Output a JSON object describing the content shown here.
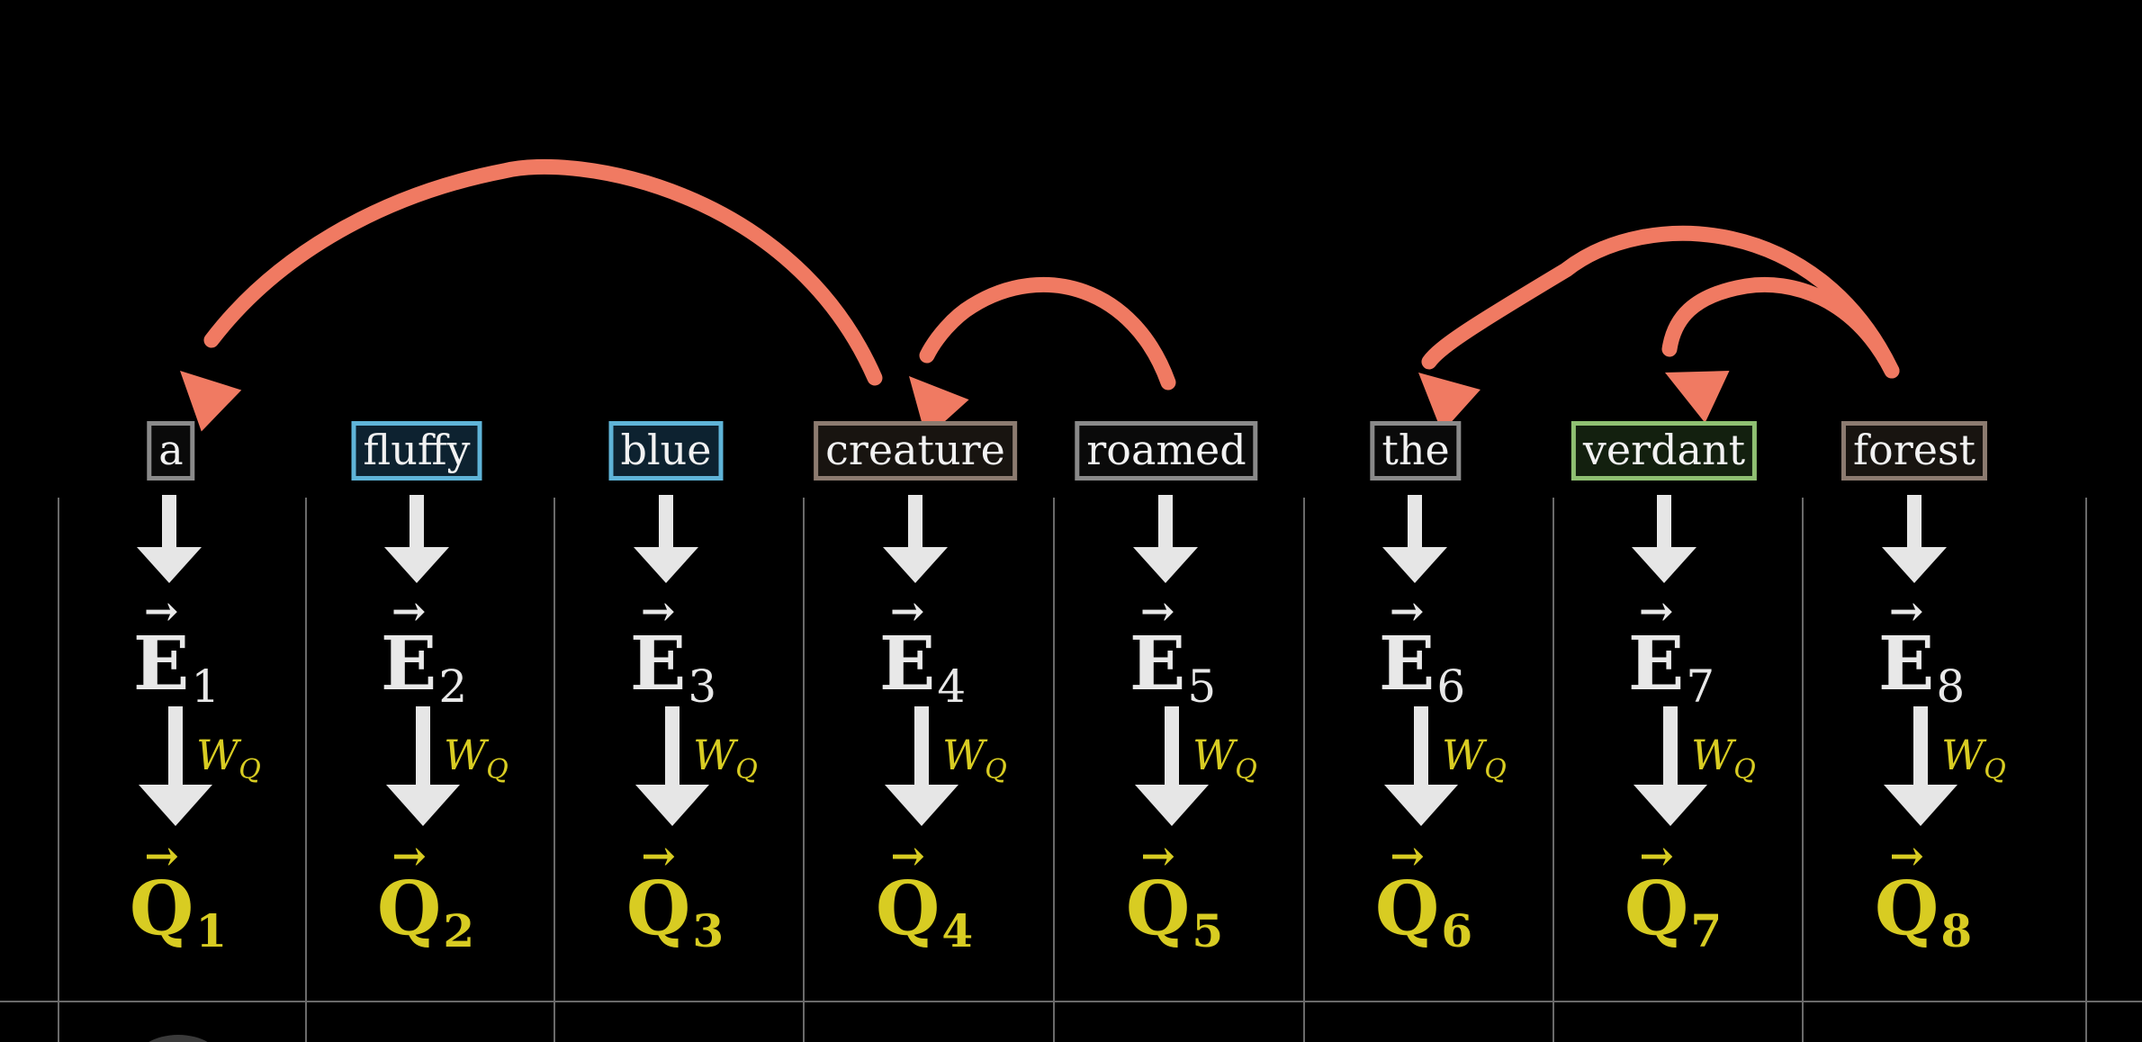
{
  "tokens": [
    {
      "word": "a",
      "border": "#8a8a8a",
      "fill": "#0a0a0a"
    },
    {
      "word": "fluffy",
      "border": "#5fb4d8",
      "fill": "#0d2230"
    },
    {
      "word": "blue",
      "border": "#5fb4d8",
      "fill": "#0d2230"
    },
    {
      "word": "creature",
      "border": "#8c7b70",
      "fill": "#181410"
    },
    {
      "word": "roamed",
      "border": "#8a8a8a",
      "fill": "#0a0a0a"
    },
    {
      "word": "the",
      "border": "#8a8a8a",
      "fill": "#0a0a0a"
    },
    {
      "word": "verdant",
      "border": "#8fc072",
      "fill": "#13200f"
    },
    {
      "word": "forest",
      "border": "#8c7b70",
      "fill": "#181410"
    }
  ],
  "embeddings": [
    {
      "letter": "E",
      "sub": "1"
    },
    {
      "letter": "E",
      "sub": "2"
    },
    {
      "letter": "E",
      "sub": "3"
    },
    {
      "letter": "E",
      "sub": "4"
    },
    {
      "letter": "E",
      "sub": "5"
    },
    {
      "letter": "E",
      "sub": "6"
    },
    {
      "letter": "E",
      "sub": "7"
    },
    {
      "letter": "E",
      "sub": "8"
    }
  ],
  "queries": [
    {
      "letter": "Q",
      "sub": "1"
    },
    {
      "letter": "Q",
      "sub": "2"
    },
    {
      "letter": "Q",
      "sub": "3"
    },
    {
      "letter": "Q",
      "sub": "4"
    },
    {
      "letter": "Q",
      "sub": "5"
    },
    {
      "letter": "Q",
      "sub": "6"
    },
    {
      "letter": "Q",
      "sub": "7"
    },
    {
      "letter": "Q",
      "sub": "8"
    }
  ],
  "weight_label": {
    "letter": "W",
    "sub": "Q"
  },
  "vector_arrow_glyph": "→",
  "attention_arcs": [
    {
      "from": "creature",
      "to": "a"
    },
    {
      "from": "roamed",
      "to": "creature"
    },
    {
      "from": "forest",
      "to": "the"
    },
    {
      "from": "forest",
      "to": "verdant"
    }
  ],
  "colors": {
    "background": "#000000",
    "arc": "#f07a62",
    "down_arrow": "#e6e6e6",
    "query_text": "#d8cc22",
    "embedding_text": "#e8e8e8",
    "grid_line": "#6a6a6a"
  }
}
